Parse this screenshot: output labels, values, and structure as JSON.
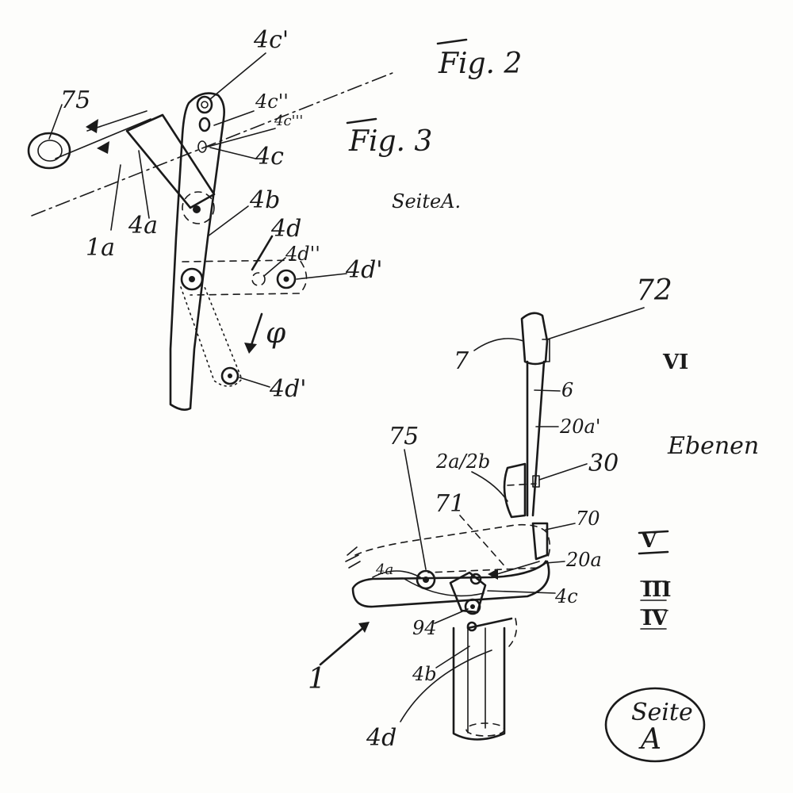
{
  "figures": {
    "fig2_title": "Fig. 2",
    "fig3_title": "Fig. 3",
    "seite_caption": "SeiteA.",
    "ebenen": "Ebenen"
  },
  "fig2_labels": {
    "l75": "75",
    "l4c1": "4c'",
    "l4c2": "4c''",
    "l4c3": "4c'''",
    "l4c": "4c",
    "l4b": "4b",
    "l4d": "4d",
    "l4d2": "4d''",
    "l4d1a": "4d'",
    "l4d1b": "4d'",
    "l1a": "1a",
    "l4a": "4a",
    "phi": "φ"
  },
  "fig3_labels": {
    "l72": "72",
    "l7": "7",
    "l6": "6",
    "l20a1": "20a'",
    "l75": "75",
    "l2a2b": "2a/2b",
    "l30": "30",
    "l71": "71",
    "l70": "70",
    "l20a": "20a",
    "l4a": "4a",
    "l4c": "4c",
    "l94": "94",
    "l4b": "4b",
    "l1": "1",
    "l4d": "4d"
  },
  "levels": {
    "VI": "VI",
    "V": "V",
    "III": "III",
    "IV": "IV"
  },
  "stamp": {
    "line1": "Seite",
    "line2": "A"
  }
}
